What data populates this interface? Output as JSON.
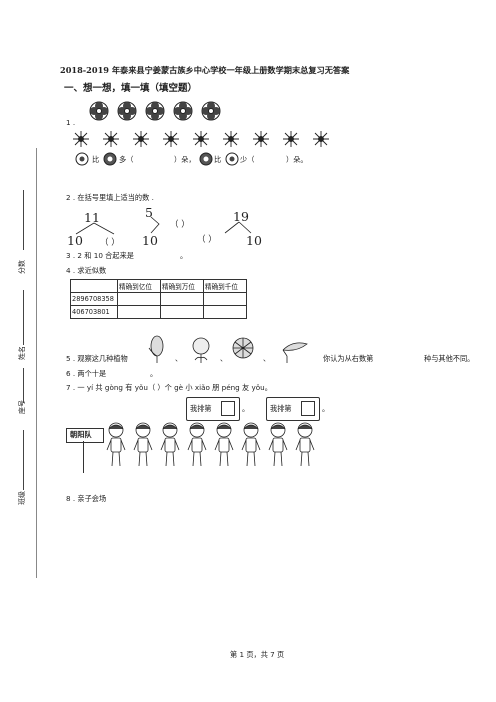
{
  "title": "2018-2019 年泰来县宁姜蒙古族乡中心学校一年级上册数学期末总复习无答案",
  "section1": "一、想一想，填一填（填空题）",
  "q1": {
    "num": "1 .",
    "line_a": "比",
    "line_b": "多（",
    "line_c": "）朵，",
    "line_d": "比",
    "line_e": "少（",
    "line_f": "）朵。"
  },
  "q2": {
    "text": "2 .  在括号里填上适当的数 .",
    "n11": "11",
    "n10a": "10",
    "paren1": "（     ）",
    "n10b": "10",
    "n5": "5",
    "paren2": "（     ）",
    "paren3": "（     ）",
    "n19": "19",
    "n10c": "10"
  },
  "q3": {
    "text": "3 .  2 和 10 合起来是",
    "end": "。"
  },
  "q4": {
    "text": "4 .  求近似数",
    "headers": [
      "",
      "精确到亿位",
      "精确到万位",
      "精确到千位"
    ],
    "rows": [
      [
        "2896708358",
        "",
        "",
        ""
      ],
      [
        "406703801",
        "",
        "",
        ""
      ]
    ]
  },
  "q5": {
    "text": "5 .  观察这几种植物",
    "sep": "、",
    "tail_a": "你认为从右数第",
    "tail_b": "种与其他不同。"
  },
  "q6": {
    "text": "6 .  两个十是",
    "end": "。"
  },
  "q7": {
    "text": "7 .  一 yí 共 gòng 有 yǒu（      ）个 gè 小 xiǎo 朋 péng 友 yǒu。",
    "bubble1": "我排第",
    "bubble2": "我排第",
    "period": "。",
    "sign": "朝阳队"
  },
  "q8": {
    "text": "8 .  亲子会场"
  },
  "side_labels": {
    "score": "分数",
    "name": "姓名",
    "seat": "座号",
    "class": "班级"
  },
  "footer": "第 1 页，共 7 页",
  "colors": {
    "ink": "#222222",
    "rule": "#888888"
  }
}
